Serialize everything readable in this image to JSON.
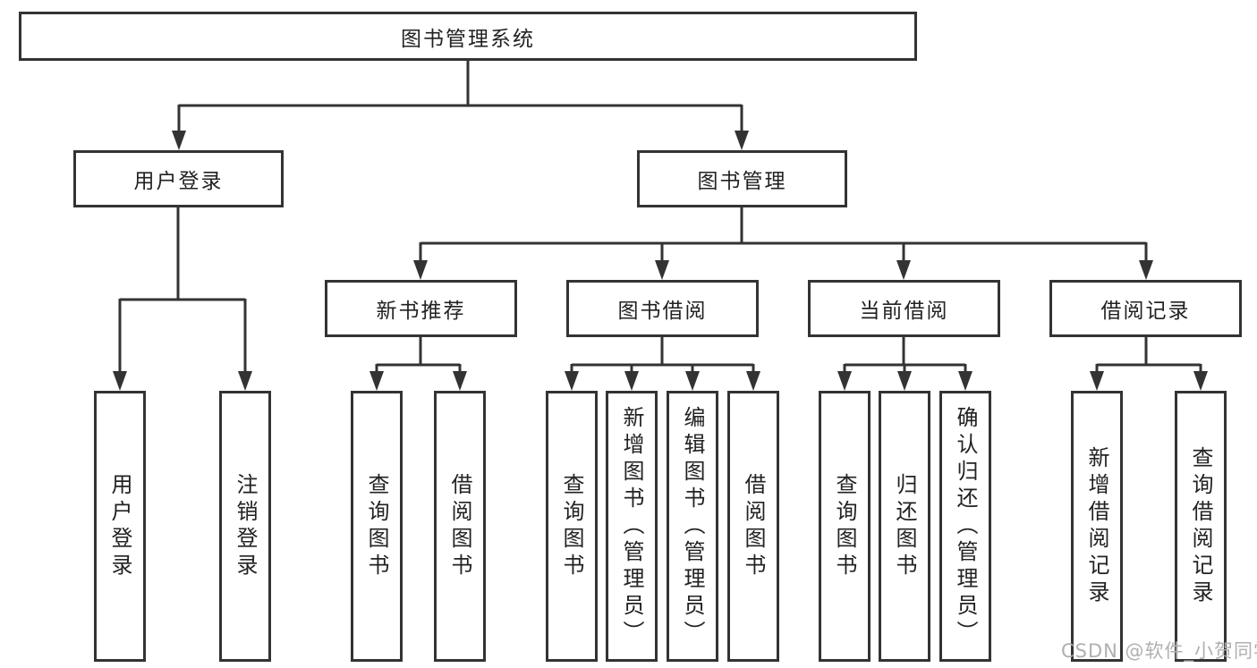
{
  "colors": {
    "line": "#333333",
    "text": "#222222",
    "background": "#ffffff",
    "watermark": "#b0b0b0"
  },
  "nodes": {
    "root": {
      "label": "图书管理系统"
    },
    "login": {
      "label": "用户登录"
    },
    "book_mgmt": {
      "label": "图书管理"
    },
    "new_books": {
      "label": "新书推荐"
    },
    "book_borrow": {
      "label": "图书借阅"
    },
    "current_borrow": {
      "label": "当前借阅"
    },
    "borrow_records": {
      "label": "借阅记录"
    }
  },
  "leaves": [
    {
      "label": "用户登录"
    },
    {
      "label": "注销登录"
    },
    {
      "label": "查询图书"
    },
    {
      "label": "借阅图书"
    },
    {
      "label": "查询图书"
    },
    {
      "label": "新增图书（管理员）"
    },
    {
      "label": "编辑图书（管理员）"
    },
    {
      "label": "借阅图书"
    },
    {
      "label": "查询图书"
    },
    {
      "label": "归还图书"
    },
    {
      "label": "确认归还（管理员）"
    },
    {
      "label": "新增借阅记录"
    },
    {
      "label": "查询借阅记录"
    }
  ],
  "watermark": {
    "text": "CSDN @软件_小贺同学"
  }
}
